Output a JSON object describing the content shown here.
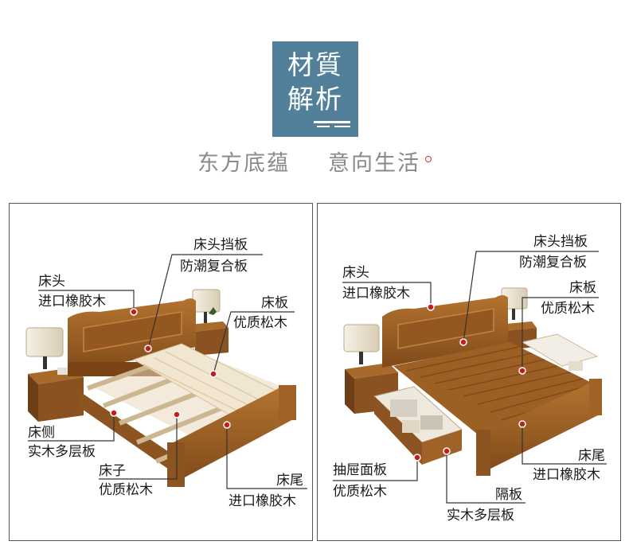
{
  "header": {
    "badge_line1": "材質",
    "badge_line2": "解析",
    "slogan_left": "东方底蕴",
    "slogan_right": "意向生活"
  },
  "left_panel": {
    "headboard_panel": {
      "name": "床头挡板",
      "material": "防潮复合板"
    },
    "headboard": {
      "name": "床头",
      "material": "进口橡胶木"
    },
    "bed_board": {
      "name": "床板",
      "material": "优质松木"
    },
    "side_rail": {
      "name": "床侧",
      "material": "实木多层板"
    },
    "slats": {
      "name": "床子",
      "material": "优质松木"
    },
    "footboard": {
      "name": "床尾",
      "material": "进口橡胶木"
    }
  },
  "right_panel": {
    "headboard_panel": {
      "name": "床头挡板",
      "material": "防潮复合板"
    },
    "headboard": {
      "name": "床头",
      "material": "进口橡胶木"
    },
    "bed_board": {
      "name": "床板",
      "material": "优质松木"
    },
    "drawer_front": {
      "name": "抽屉面板",
      "material": "优质松木"
    },
    "divider": {
      "name": "隔板",
      "material": "实木多层板"
    },
    "footboard": {
      "name": "床尾",
      "material": "进口橡胶木"
    }
  },
  "colors": {
    "badge": "#52809a",
    "wood": "#9c5f24",
    "marker": "#c81b1b",
    "slogan": "#8a8a8a"
  }
}
